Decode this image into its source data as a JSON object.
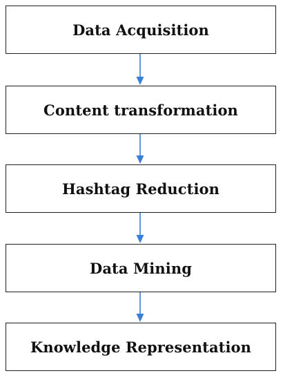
{
  "flowchart": {
    "steps": [
      {
        "label": "Data Acquisition"
      },
      {
        "label": "Content transformation"
      },
      {
        "label": "Hashtag Reduction"
      },
      {
        "label": "Data Mining"
      },
      {
        "label": "Knowledge Representation"
      }
    ],
    "arrow_color": "#3a7fd5",
    "box_border_color": "#1f1f1f"
  }
}
